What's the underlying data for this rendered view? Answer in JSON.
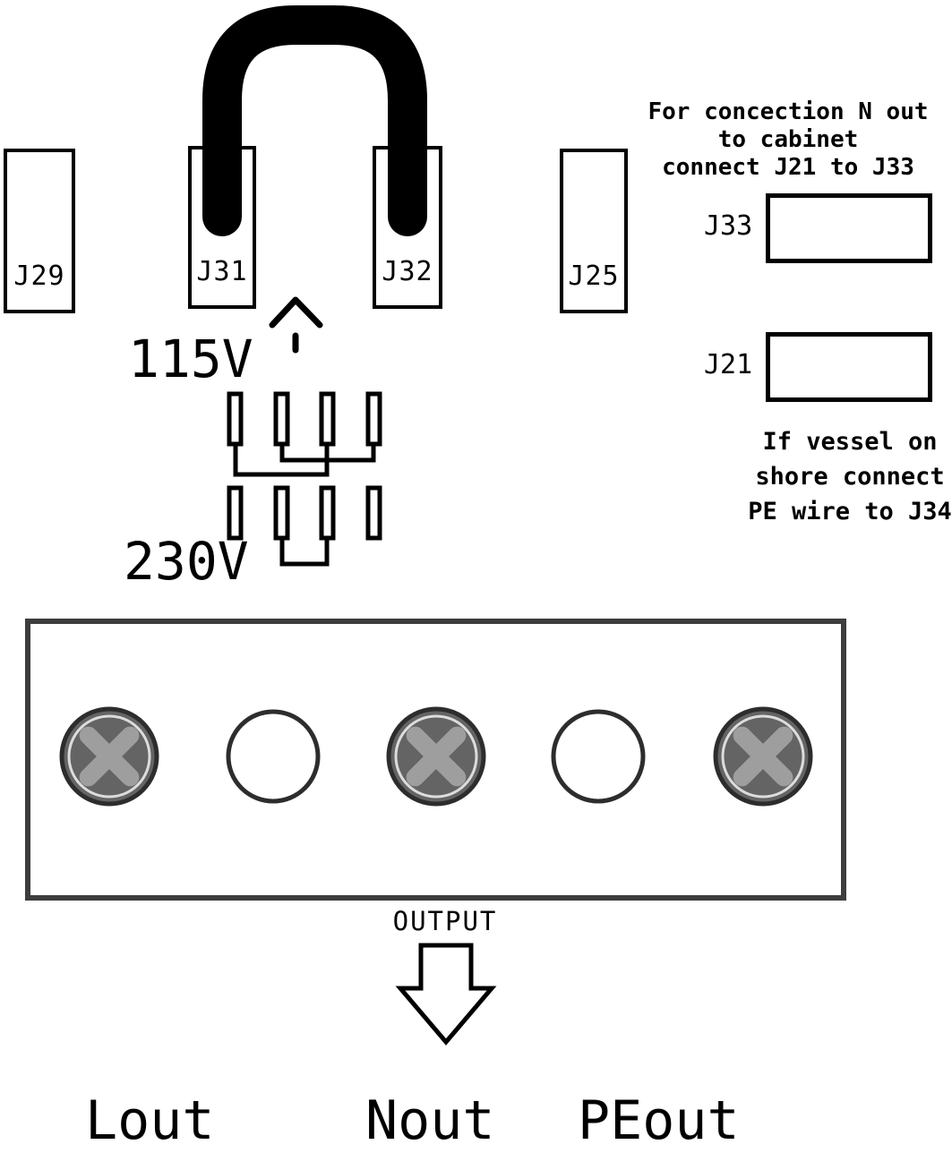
{
  "diagram": {
    "connectors": {
      "j29": "J29",
      "j31": "J31",
      "j32": "J32",
      "j25": "J25"
    },
    "voltage_options": {
      "v115": "115V",
      "v230": "230V"
    },
    "right_panel": {
      "note_top": {
        "line1": "For concection N out",
        "line2": "to cabinet",
        "line3": "connect J21 to J33"
      },
      "j33_label": "J33",
      "j21_label": "J21",
      "note_bottom": {
        "line1": "If vessel on",
        "line2": "shore connect",
        "line3": "PE wire to J34"
      }
    },
    "output_block": {
      "label": "OUTPUT",
      "terminal_l": "Lout",
      "terminal_n": "Nout",
      "terminal_pe": "PEout"
    },
    "colors": {
      "line": "#000000",
      "block_border": "#3d3d3d",
      "screw_body": "#646464",
      "screw_cross": "#9e9e9e",
      "screw_ring": "#dcdcdc"
    }
  }
}
